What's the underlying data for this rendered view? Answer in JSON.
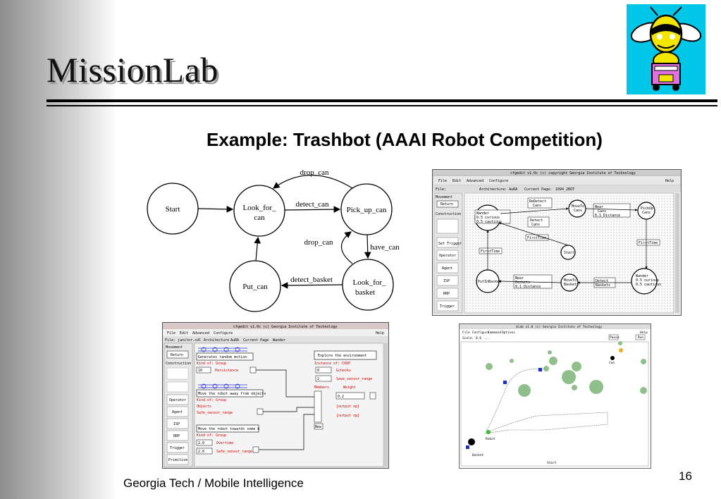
{
  "slide": {
    "title": "MissionLab",
    "subtitle": "Example: Trashbot (AAAI Robot Competition)",
    "footer": "Georgia Tech / Mobile Intelligence",
    "page_number": "16"
  },
  "fsa": {
    "states": {
      "start": "Start",
      "look_for_can_1": "Look_for_",
      "look_for_can_2": "can",
      "pick_up_can": "Pick_up_can",
      "put_can": "Put_can",
      "look_for_basket_1": "Look_for_",
      "look_for_basket_2": "basket"
    },
    "transitions": {
      "drop_can_top": "drop_can",
      "detect_can": "detect_can",
      "drop_can_mid": "drop_can",
      "have_can": "have_can",
      "detect_basket": "detect_basket"
    }
  },
  "screenshot_config": {
    "window_title": "cfgedit v1.0c (c) copyright Georgia Institute of Technology",
    "menu": [
      "File",
      "Edit",
      "Advanced",
      "Configure",
      "Help"
    ],
    "tabs": [
      "File:",
      "Architecture: AuRA",
      "Current Page:",
      "1094_2BOT"
    ],
    "sidebar": [
      "Movement",
      "Return",
      "Construction",
      "Set Trigger",
      "Operator",
      "Agent",
      "ISP",
      "RRP",
      "Trigger"
    ],
    "nodes": {
      "wander_1": "Wander",
      "wander_2": "0.5 curious",
      "wander_3": "0.5 cautious",
      "redetect_1": "ReDetect",
      "redetect_2": "Cans",
      "moveto_1": "MoveTo",
      "moveto_2": "Cans",
      "near_1": "Near",
      "near_2": "Cans",
      "near_3": "0.1 Distance",
      "pickup_1": "PickUp",
      "pickup_2": "Cans",
      "detect_cans_1": "Detect",
      "detect_cans_2": "Cans",
      "firsttime_a": "FirstTime",
      "firsttime_b": "FirstTime",
      "firsttime_c": "FirstTime",
      "start": "Start",
      "putinbasket": "PutInBasket",
      "near_b_1": "Near",
      "near_b_2": "Baskets",
      "near_b_3": "0.1 Distance",
      "moveto_b_1": "MoveTo",
      "moveto_b_2": "Baskets",
      "detect_b_1": "Detect",
      "detect_b_2": "Baskets",
      "wander_b_1": "Wander",
      "wander_b_2": "0.5 curious",
      "wander_b_3": "0.5 cautious"
    }
  },
  "screenshot_cfgedit": {
    "window_title": "cfgedit v1.0c (c) Georgia Institute of Technology",
    "menu": [
      "File",
      "Edit",
      "Advanced",
      "Configure",
      "Help"
    ],
    "tabs": [
      "File: janitor.cdl",
      "Architecture",
      "AuRA",
      "Current Page",
      "Wander"
    ],
    "sidebar": [
      "Movement",
      "Return",
      "Construction",
      "Operator",
      "Agent",
      "ISP",
      "RRP",
      "Trigger",
      "Primitive"
    ],
    "boxes": {
      "generate_title": "Generates random motion",
      "kind_group": "Kind of: Group",
      "persistence_val": "10",
      "persistence_lbl": "Persistence",
      "avoid_title": "Move the robot away from objects",
      "kind_group_2": "Kind of: Group",
      "objects_lbl": "Objects",
      "safety_lbl": "Safe_sensor_range",
      "toward_title": "Move the robot towards some b",
      "kind_group_3": "Kind of: Group",
      "val_a": "2.0",
      "lbl_a": "Overtime",
      "val_b": "2.0",
      "lbl_b": "Safe_sensor_range",
      "explore_title": "Explore the environment",
      "instance_of": "Instance of: COOP",
      "val_c": "0",
      "lbl_c": "Gchecks",
      "val_d": "2",
      "lbl_d": "Save_sensor_range",
      "members": "Members",
      "weight": "Weight",
      "weight_val": "0.2",
      "out1": "[output op]",
      "out2": "[output op]",
      "new_btn": "New"
    }
  },
  "screenshot_sim": {
    "window_title": "mlab v1.0 (c) Georgia Institute of Technology",
    "menu": [
      "File",
      "Configure",
      "Command",
      "Options",
      "Help"
    ],
    "status": "Scale: 0.6 ...",
    "buttons": [
      "Pause",
      "Run"
    ],
    "labels": {
      "robot": "Robot",
      "basket": "Basket",
      "can": "Can",
      "start": "Start"
    }
  },
  "colors": {
    "logo_bg": "#00c6e8",
    "bee_yellow": "#f2e600",
    "bee_pink": "#e070e0",
    "obstacle": "#8fbf8a",
    "robot_blue": "#1d2fc8",
    "goal_orange": "#f5a623",
    "text_red": "#cc0000",
    "chain_blue": "#2030d0"
  }
}
